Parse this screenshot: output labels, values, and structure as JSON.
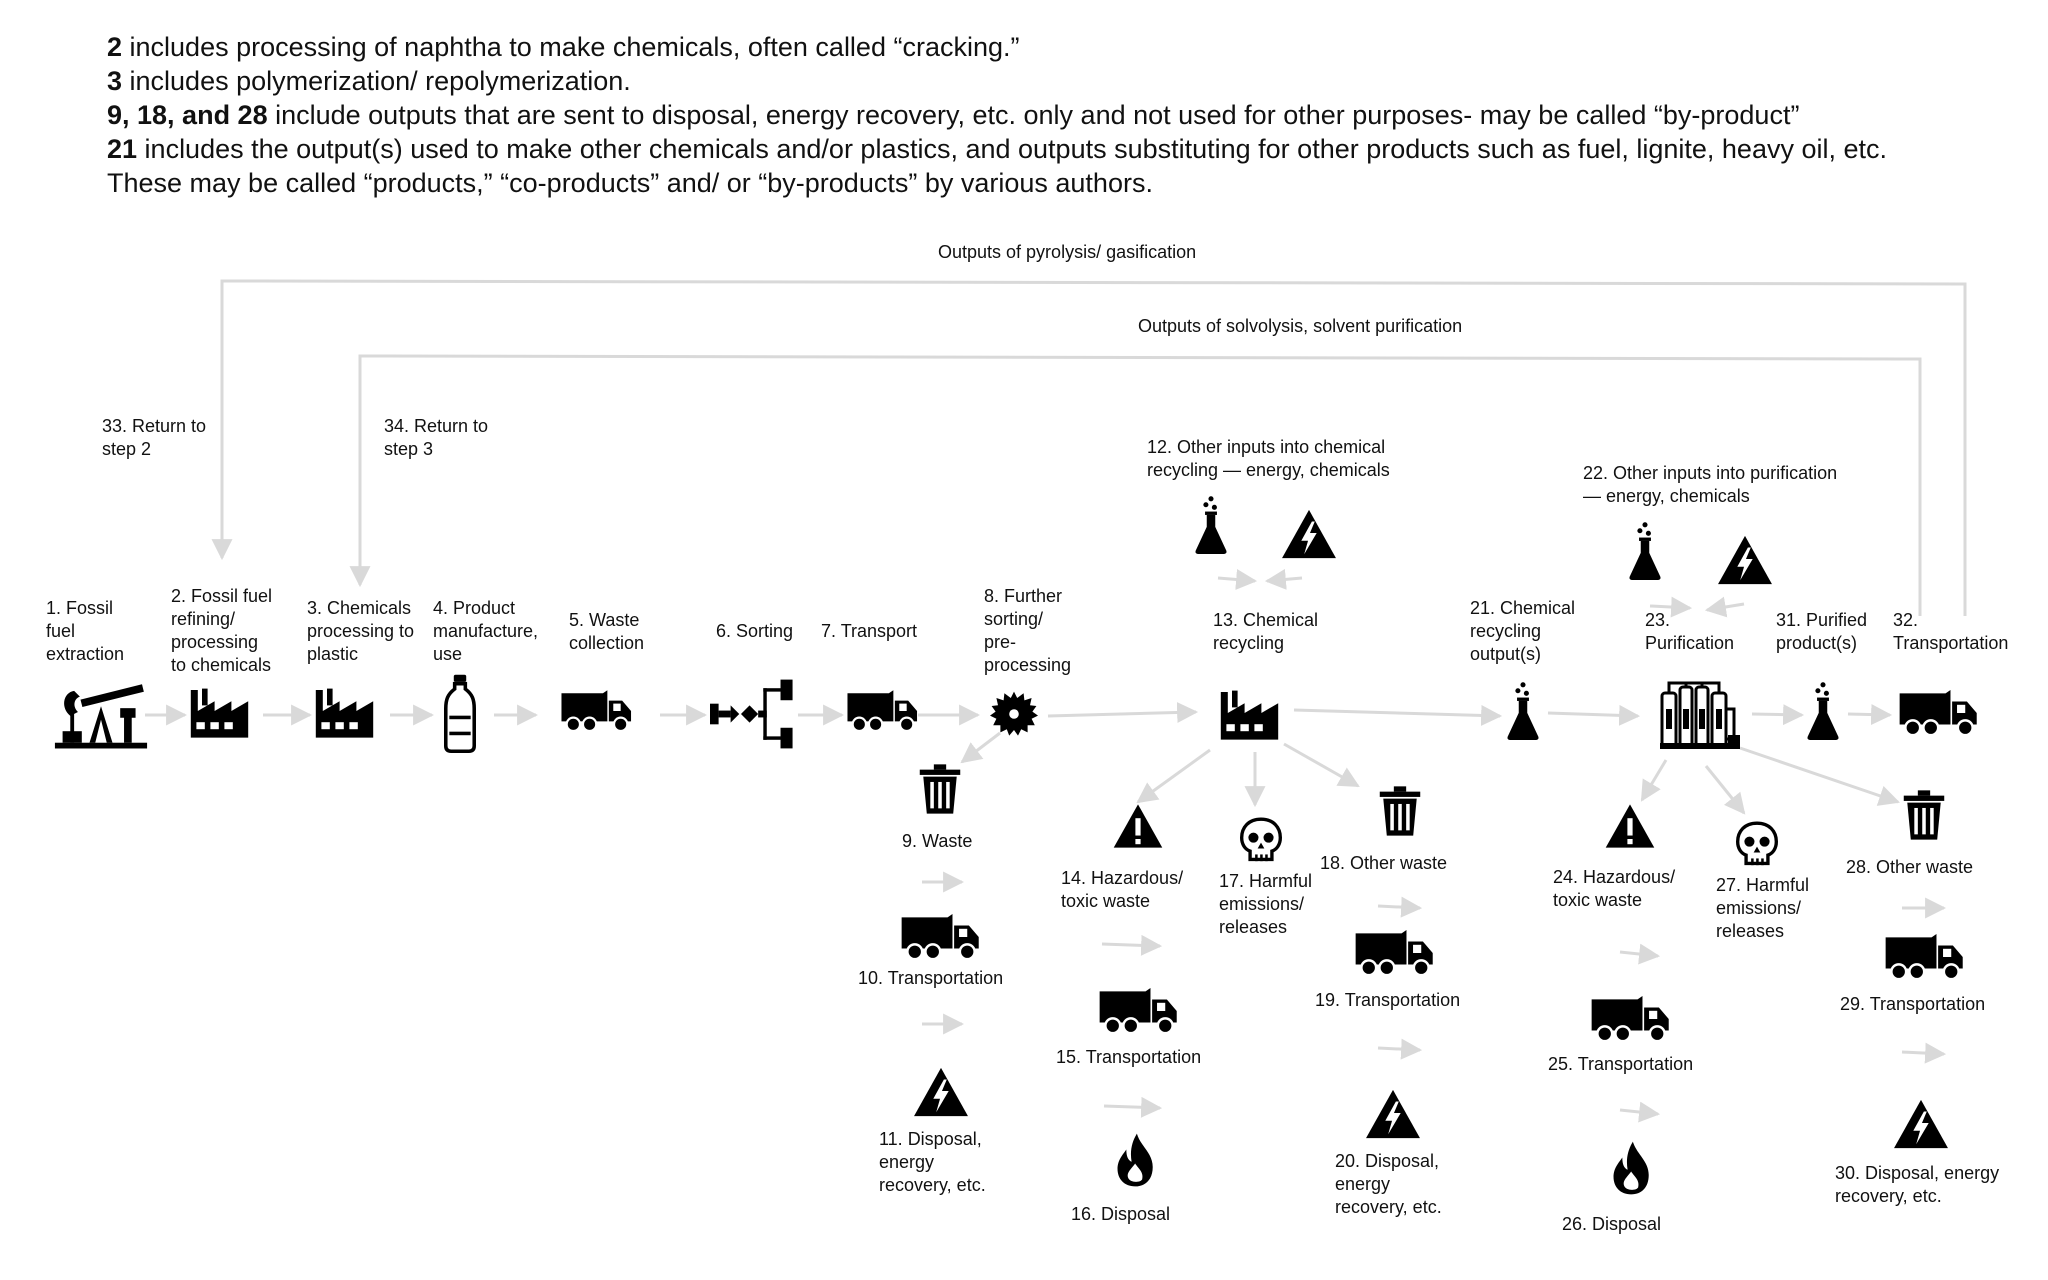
{
  "notes": [
    {
      "bold": "2",
      "text": " includes processing of naphtha to make chemicals, often called “cracking.”"
    },
    {
      "bold": "3",
      "text": " includes polymerization/ repolymerization."
    },
    {
      "bold": "9, 18, and 28",
      "text": " include outputs that are sent to disposal, energy recovery, etc. only and not used for other purposes- may be called “by-product”"
    },
    {
      "bold": "21",
      "text": " includes the output(s) used to make other chemicals and/or plastics, and outputs substituting for other products such as fuel, lignite, heavy oil, etc."
    },
    {
      "bold": "",
      "text": "These may be called “products,” “co-products” and/ or “by-products” by various authors."
    }
  ],
  "flows": {
    "pyrolysis": "Outputs of pyrolysis/ gasification",
    "solvolysis": "Outputs of solvolysis, solvent purification"
  },
  "labels": {
    "s1": "1. Fossil\nfuel\nextraction",
    "s2": "2. Fossil fuel\nrefining/\nprocessing\nto chemicals",
    "s3": "3. Chemicals\nprocessing to\nplastic",
    "s4": "4. Product\nmanufacture,\nuse",
    "s5": "5. Waste\ncollection",
    "s6": "6. Sorting",
    "s7": "7. Transport",
    "s8": "8. Further\nsorting/\npre-\nprocessing",
    "s9": "9. Waste",
    "s10": "10. Transportation",
    "s11": "11. Disposal,\nenergy\nrecovery, etc.",
    "s12": "12. Other inputs into chemical\nrecycling — energy, chemicals",
    "s13": "13. Chemical\nrecycling",
    "s14": "14. Hazardous/\ntoxic waste",
    "s15": "15. Transportation",
    "s16": "16. Disposal",
    "s17": "17. Harmful\nemissions/\nreleases",
    "s18": "18. Other waste",
    "s19": "19. Transportation",
    "s20": "20. Disposal,\nenergy\nrecovery, etc.",
    "s21": "21. Chemical\nrecycling\noutput(s)",
    "s22": "22. Other inputs into purification\n— energy, chemicals",
    "s23": "23.\nPurification",
    "s24": "24. Hazardous/\ntoxic waste",
    "s25": "25. Transportation",
    "s26": "26. Disposal",
    "s27": "27. Harmful\nemissions/\nreleases",
    "s28": "28. Other waste",
    "s29": "29. Transportation",
    "s30": "30. Disposal, energy\nrecovery, etc.",
    "s31": "31. Purified\nproduct(s)",
    "s32": "32.\nTransportation",
    "s33": "33. Return to\nstep 2",
    "s34": "34. Return to\nstep 3"
  },
  "icons": [
    "pumpjack-icon",
    "factory-icon",
    "bottle-icon",
    "truck-icon",
    "sorting-icon",
    "saw-blade-icon",
    "trash-icon",
    "hazard-icon",
    "skull-icon",
    "flame-icon",
    "flask-icon",
    "high-voltage-icon",
    "purification-plant-icon"
  ],
  "colors": {
    "icon": "#000000",
    "arrow": "#d9d9d9",
    "text": "#111111"
  }
}
